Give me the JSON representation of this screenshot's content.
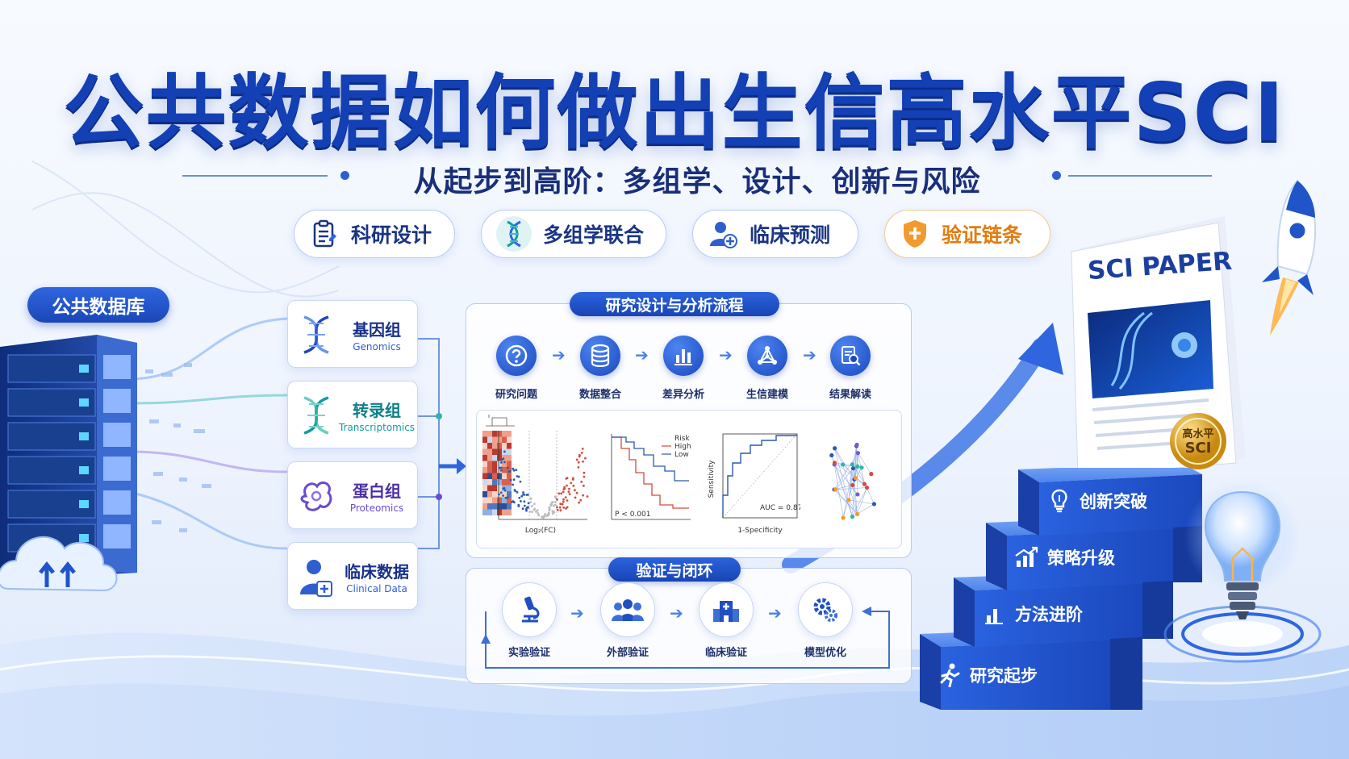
{
  "title": "公共数据如何做出生信高水平SCI",
  "subtitle": "从起步到高阶：多组学、设计、创新与风险",
  "pills": [
    {
      "label": "科研设计",
      "icon": "clipboard-icon"
    },
    {
      "label": "多组学联合",
      "icon": "dna-icon"
    },
    {
      "label": "临床预测",
      "icon": "user-plus-icon"
    },
    {
      "label": "验证链条",
      "icon": "shield-plus-icon"
    }
  ],
  "database_label": "公共数据库",
  "omics": [
    {
      "name": "基因组",
      "en": "Genomics",
      "icon": "dna-helix-icon"
    },
    {
      "name": "转录组",
      "en": "Transcriptomics",
      "icon": "rna-helix-icon"
    },
    {
      "name": "蛋白组",
      "en": "Proteomics",
      "icon": "protein-icon"
    },
    {
      "name": "临床数据",
      "en": "Clinical Data",
      "icon": "patient-icon"
    }
  ],
  "workflow": {
    "title": "研究设计与分析流程",
    "steps": [
      {
        "label": "研究问题",
        "icon": "question-icon"
      },
      {
        "label": "数据整合",
        "icon": "database-icon"
      },
      {
        "label": "差异分析",
        "icon": "bar-chart-icon"
      },
      {
        "label": "生信建模",
        "icon": "network-icon"
      },
      {
        "label": "结果解读",
        "icon": "report-search-icon"
      }
    ],
    "volcano_xlabel": "Log₂(FC)",
    "km_legend_title": "Risk",
    "km_legend_high": "High",
    "km_legend_low": "Low",
    "km_p": "P < 0.001",
    "roc_ylabel": "Sensitivity",
    "roc_xlabel": "1-Specificity",
    "roc_auc": "AUC = 0.87"
  },
  "validation": {
    "title": "验证与闭环",
    "steps": [
      {
        "label": "实验验证",
        "icon": "microscope-icon"
      },
      {
        "label": "外部验证",
        "icon": "group-icon"
      },
      {
        "label": "临床验证",
        "icon": "hospital-icon"
      },
      {
        "label": "模型优化",
        "icon": "gear-icon"
      }
    ]
  },
  "paper": {
    "title": "SCI PAPER",
    "seal_line1": "高水平",
    "seal_line2": "SCI"
  },
  "stairs": [
    {
      "label": "创新突破",
      "icon": "lightbulb-icon"
    },
    {
      "label": "策略升级",
      "icon": "growth-chart-icon"
    },
    {
      "label": "方法进阶",
      "icon": "bars-icon"
    },
    {
      "label": "研究起步",
      "icon": "runner-icon"
    }
  ],
  "colors": {
    "primary": "#1340b4",
    "accent": "#2f66df",
    "orange": "#f29a2e"
  }
}
